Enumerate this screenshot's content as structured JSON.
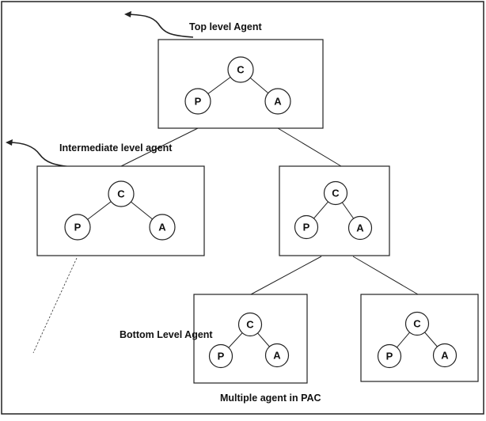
{
  "labels": {
    "top": "Top level Agent",
    "intermediate": "Intermediate level agent",
    "bottom": "Bottom Level Agent",
    "caption": "Multiple agent in PAC"
  },
  "agent_nodes": {
    "control": "C",
    "presentation": "P",
    "abstraction": "A"
  },
  "agents": [
    {
      "level": "top"
    },
    {
      "level": "intermediate"
    },
    {
      "level": "intermediate"
    },
    {
      "level": "bottom"
    },
    {
      "level": "bottom"
    }
  ],
  "colors": {
    "stroke": "#222222",
    "background": "#ffffff",
    "text": "#111111"
  }
}
